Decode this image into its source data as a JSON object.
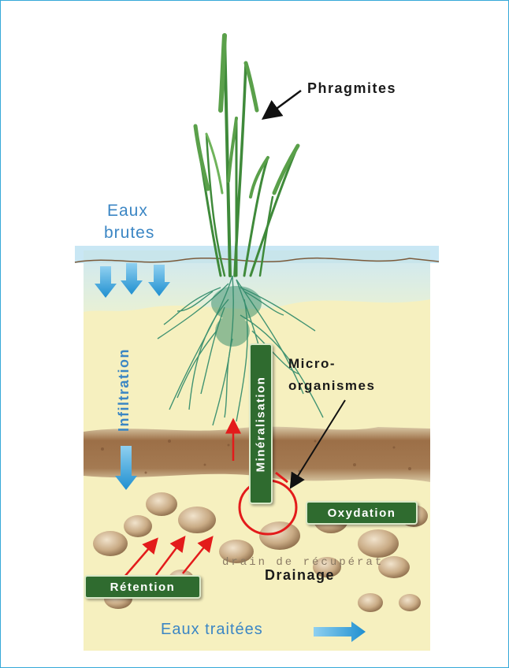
{
  "labels": {
    "phragmites": "Phragmites",
    "eaux_brutes_line1": "Eaux",
    "eaux_brutes_line2": "brutes",
    "infiltration": "Infiltration",
    "mineralisation": "Minéralisation",
    "micro_line1": "Micro-",
    "micro_line2": "organismes",
    "oxydation": "Oxydation",
    "retention": "Rétention",
    "drainage": "Drainage",
    "drain_text": "drain de récupérat",
    "eaux_traitees": "Eaux traitées"
  },
  "colors": {
    "water_blue": "#3b86c4",
    "label_green": "#2f6b2f",
    "reed_green": "#3f8a3a",
    "root_green": "#2f8a6a",
    "arrow_red": "#e31b1b",
    "sand": "#f6f0bf",
    "soil": "#a3774f"
  }
}
